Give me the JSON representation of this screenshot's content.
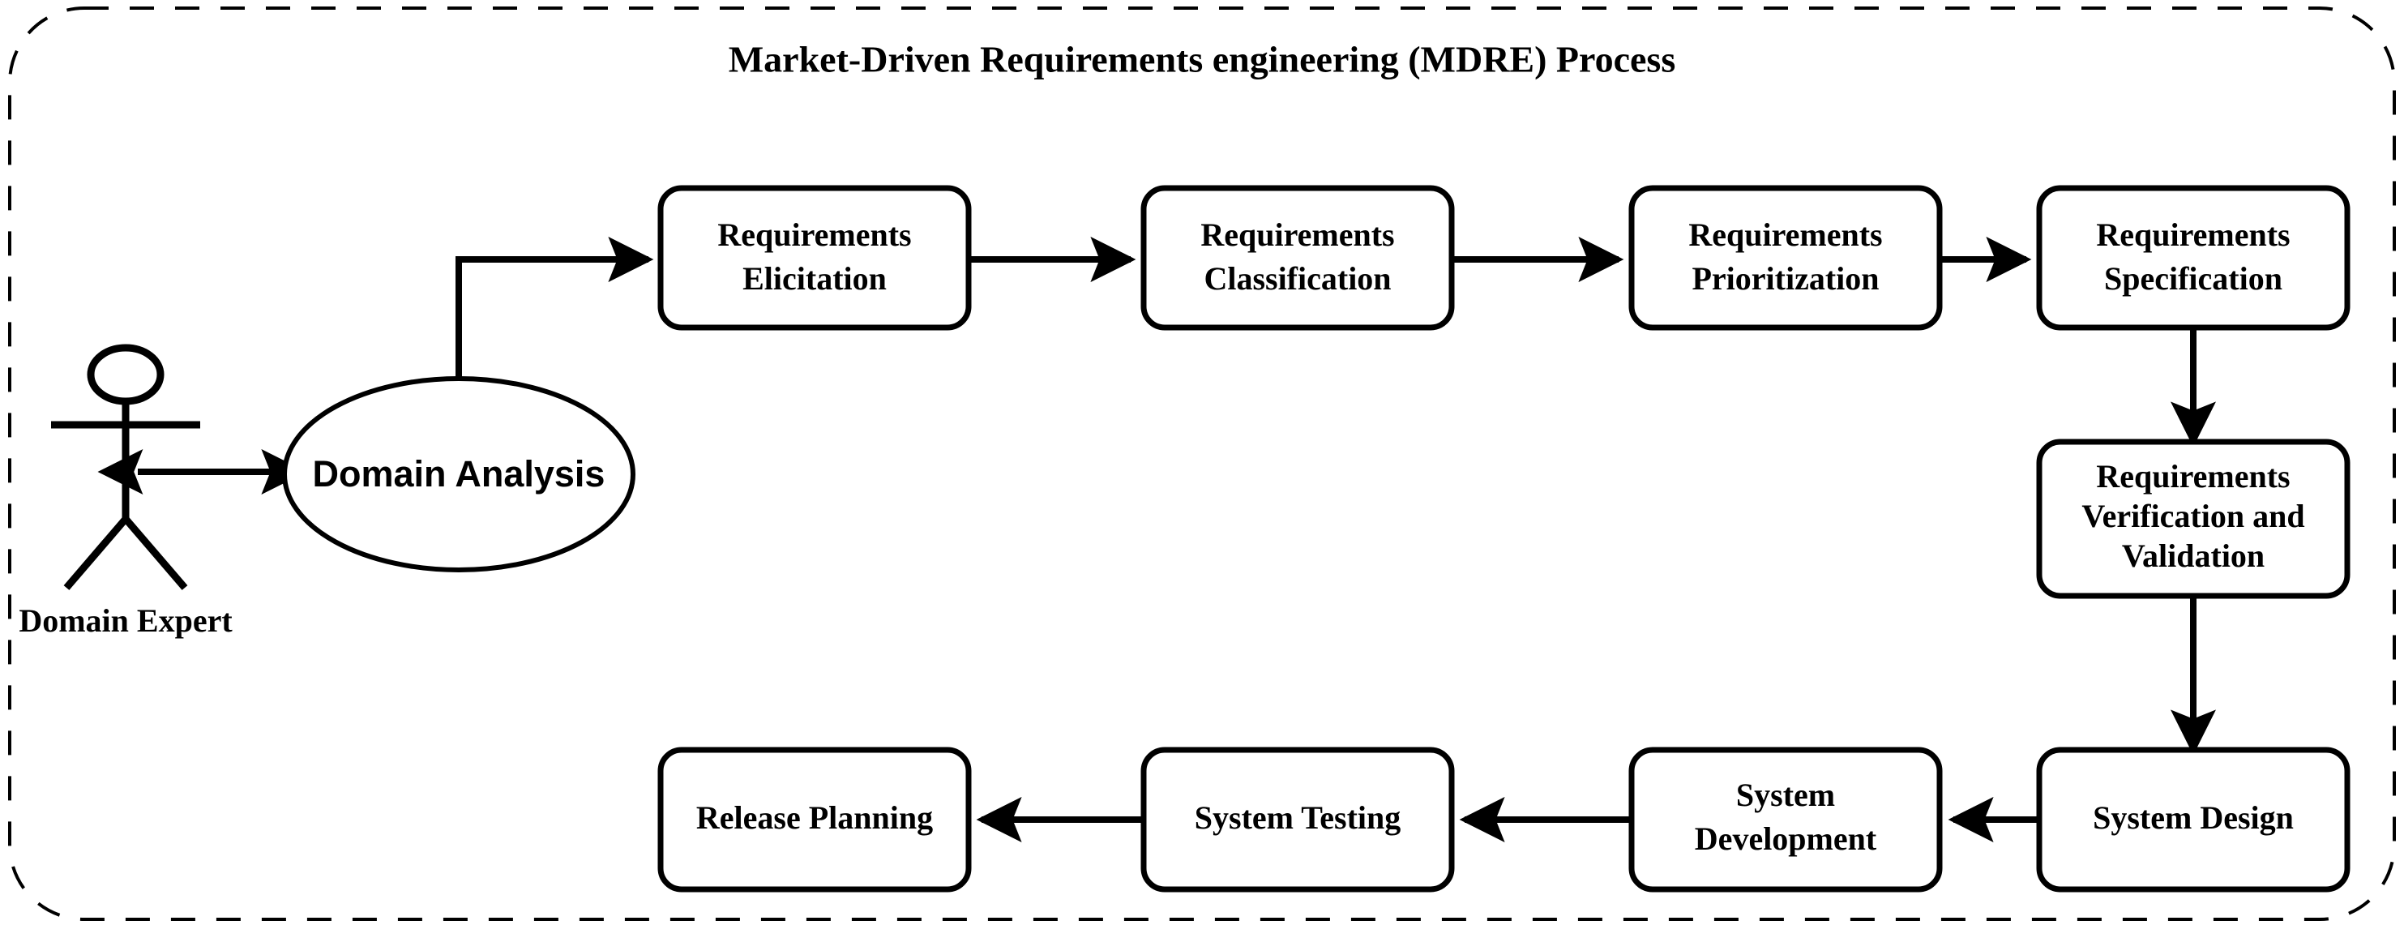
{
  "diagram": {
    "title": "Market-Driven Requirements engineering (MDRE) Process",
    "frame": {
      "style": "dashed-rounded-rectangle",
      "color": "#000000"
    },
    "background_color": "#ffffff",
    "line_color": "#000000"
  },
  "actor": {
    "label": "Domain Expert",
    "icon": "stick-figure-actor"
  },
  "ellipse": {
    "label": "Domain Analysis"
  },
  "nodes": {
    "elicitation": {
      "line1": "Requirements",
      "line2": "Elicitation"
    },
    "classification": {
      "line1": "Requirements",
      "line2": "Classification"
    },
    "prioritization": {
      "line1": "Requirements",
      "line2": "Prioritization"
    },
    "specification": {
      "line1": "Requirements",
      "line2": "Specification"
    },
    "verification": {
      "line1": "Requirements",
      "line2": "Verification and",
      "line3": "Validation"
    },
    "system_design": {
      "line1": "System Design"
    },
    "system_development": {
      "line1": "System",
      "line2": "Development"
    },
    "system_testing": {
      "line1": "System Testing"
    },
    "release_planning": {
      "line1": "Release Planning"
    }
  },
  "flow": {
    "sequence": [
      "Domain Analysis",
      "Requirements Elicitation",
      "Requirements Classification",
      "Requirements Prioritization",
      "Requirements Specification",
      "Requirements Verification and Validation",
      "System Design",
      "System Development",
      "System Testing",
      "Release Planning"
    ],
    "bidirectional_links": [
      {
        "from": "Domain Expert",
        "to": "Domain Analysis"
      }
    ]
  }
}
